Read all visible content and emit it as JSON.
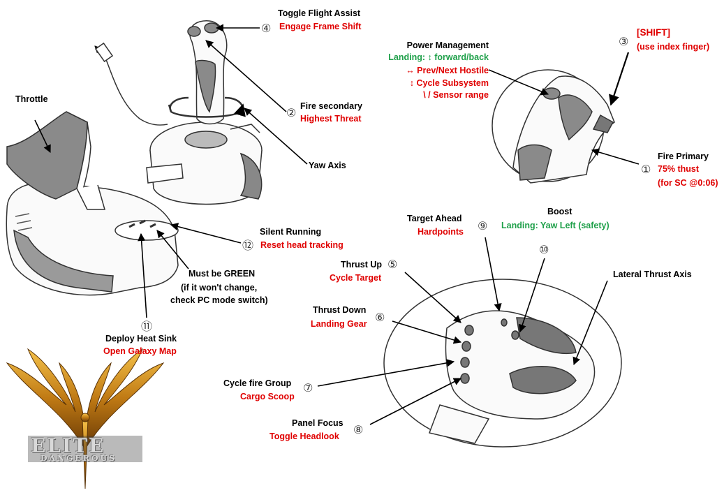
{
  "labels": {
    "toggle_flight_assist": "Toggle Flight Assist",
    "engage_frame_shift": "Engage Frame Shift",
    "power_management": "Power Management",
    "landing_forward_back": "Landing: ↕ forward/back",
    "prev_next_hostile": "↔ Prev/Next Hostile",
    "cycle_subsystem": "↕ Cycle Subsystem",
    "sensor_range": "\\ / Sensor range",
    "shift": "[SHIFT]",
    "use_index_finger": "(use index finger)",
    "throttle": "Throttle",
    "fire_secondary": "Fire secondary",
    "highest_threat": "Highest Threat",
    "yaw_axis": "Yaw Axis",
    "fire_primary": "Fire Primary",
    "thrust_75": "75% thust",
    "for_sc": "(for SC @0:06)",
    "target_ahead": "Target Ahead",
    "hardpoints": "Hardpoints",
    "boost": "Boost",
    "landing_yaw_left": "Landing: Yaw Left (safety)",
    "silent_running": "Silent Running",
    "reset_head_tracking": "Reset head tracking",
    "must_be_green": "Must be GREEN",
    "if_wont_change": "(if it won't change,",
    "check_pc_mode": "check PC mode switch)",
    "lateral_thrust_axis": "Lateral Thrust Axis",
    "thrust_up": "Thrust Up",
    "cycle_target": "Cycle Target",
    "thrust_down": "Thrust Down",
    "landing_gear": "Landing Gear",
    "deploy_heat_sink": "Deploy Heat Sink",
    "open_galaxy_map": "Open Galaxy Map",
    "cycle_fire_group": "Cycle fire Group",
    "cargo_scoop": "Cargo Scoop",
    "panel_focus": "Panel Focus",
    "toggle_headlook": "Toggle Headlook"
  },
  "numbers": {
    "n1": "①",
    "n2": "②",
    "n3": "③",
    "n4": "④",
    "n5": "⑤",
    "n6": "⑥",
    "n7": "⑦",
    "n8": "⑧",
    "n9": "⑨",
    "n10": "⑩",
    "n11": "⑪",
    "n12": "⑫"
  },
  "logo": {
    "line1": "ELITE",
    "line2": "DANGEROUS"
  },
  "colors": {
    "command": "#e00000",
    "landing": "#1fa04a",
    "label": "#000000",
    "button_fill": "#555555"
  }
}
